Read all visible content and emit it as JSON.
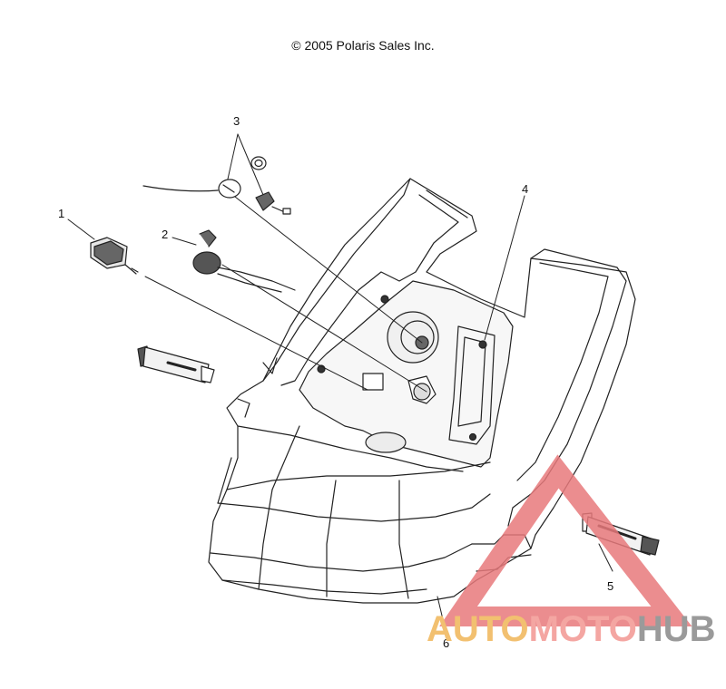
{
  "copyright": "© 2005 Polaris Sales Inc.",
  "callouts": [
    "1",
    "2",
    "3",
    "4",
    "5",
    "6"
  ],
  "watermark": {
    "part1": "AUTO",
    "part2": "MOTO",
    "part3": "HUB"
  },
  "colors": {
    "line": "#222222",
    "fill_dark": "#555555",
    "shade": "#e8e8e8",
    "watermark_red": "#e8797b",
    "watermark_orange": "#f2c070",
    "watermark_gray": "#9a9a9a"
  }
}
